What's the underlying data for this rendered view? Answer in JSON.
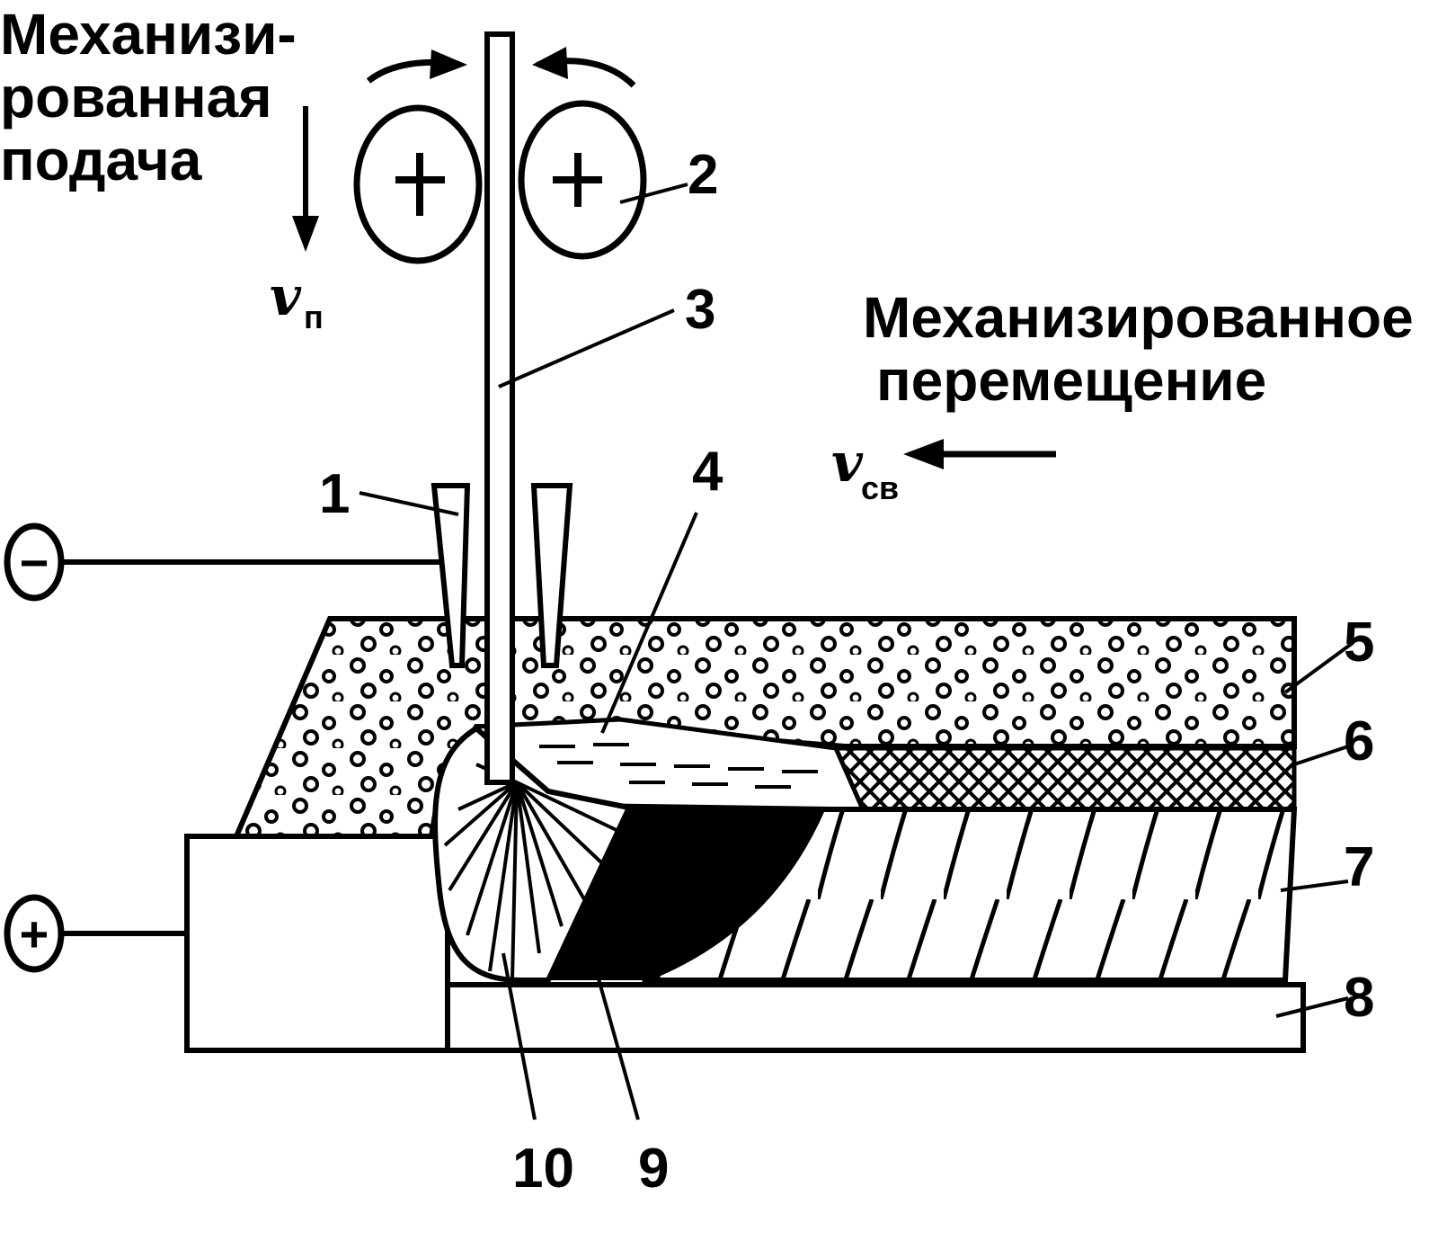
{
  "labels": {
    "feed_line1": "Механизи-",
    "feed_line2": "рованная",
    "feed_line3": "подача",
    "travel_line1": "Механизированное",
    "travel_line2": "перемещение",
    "feed_speed_symbol": "v",
    "feed_speed_sub": "п",
    "travel_speed_symbol": "v",
    "travel_speed_sub": "св",
    "polarity_negative": "−",
    "polarity_positive": "+"
  },
  "callouts": [
    "1",
    "2",
    "3",
    "4",
    "5",
    "6",
    "7",
    "8",
    "9",
    "10"
  ],
  "colors": {
    "ink": "#000000",
    "paper": "#ffffff"
  },
  "icons": [
    "feed-roller-plus-icon",
    "minus-terminal-icon",
    "plus-terminal-icon",
    "rotation-arrow-icon",
    "direction-arrow-icon"
  ]
}
